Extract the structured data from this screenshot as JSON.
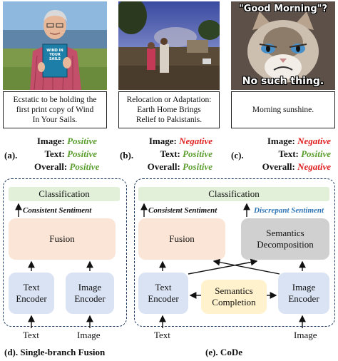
{
  "examples": [
    {
      "caption": "Ecstatic to be holding the\nfirst print copy of Wind\nIn Your Sails.",
      "book_text": "WIND IN YOUR SAILS",
      "marker": "(a).",
      "rows": [
        {
          "label": "Image:",
          "value": "Positive",
          "color": "#5a9e2e"
        },
        {
          "label": "Text:",
          "value": "Positive",
          "color": "#5a9e2e"
        },
        {
          "label": "Overall:",
          "value": "Positive",
          "color": "#5a9e2e"
        }
      ]
    },
    {
      "caption": "Relocation or Adaptation:\nEarth Home Brings\nRelief to Pakistanis.",
      "marker": "(b).",
      "rows": [
        {
          "label": "Image:",
          "value": "Negative",
          "color": "#e02020"
        },
        {
          "label": "Text:",
          "value": "Positive",
          "color": "#5a9e2e"
        },
        {
          "label": "Overall:",
          "value": "Positive",
          "color": "#5a9e2e"
        }
      ]
    },
    {
      "caption": "Morning sunshine.",
      "meme_top": "\"Good Morning\"?",
      "meme_bottom": "No such thing.",
      "marker": "(c).",
      "rows": [
        {
          "label": "Image:",
          "value": "Negative",
          "color": "#e02020"
        },
        {
          "label": "Text:",
          "value": "Positive",
          "color": "#5a9e2e"
        },
        {
          "label": "Overall:",
          "value": "Negative",
          "color": "#e02020"
        }
      ]
    }
  ],
  "panel_d": {
    "classification": "Classification",
    "sentiment": "Consistent Sentiment",
    "fusion": "Fusion",
    "text_encoder": "Text\nEncoder",
    "image_encoder": "Image\nEncoder",
    "text_input": "Text",
    "image_input": "Image",
    "title": "(d). Single-branch Fusion"
  },
  "panel_e": {
    "classification": "Classification",
    "consistent": "Consistent Sentiment",
    "discrepant": "Discrepant Sentiment",
    "discrepant_color": "#2e75b6",
    "fusion": "Fusion",
    "decomposition": "Semantics\nDecomposition",
    "text_encoder": "Text\nEncoder",
    "image_encoder": "Image\nEncoder",
    "completion": "Semantics\nCompletion",
    "text_input": "Text",
    "image_input": "Image",
    "title": "(e). CoDe"
  }
}
